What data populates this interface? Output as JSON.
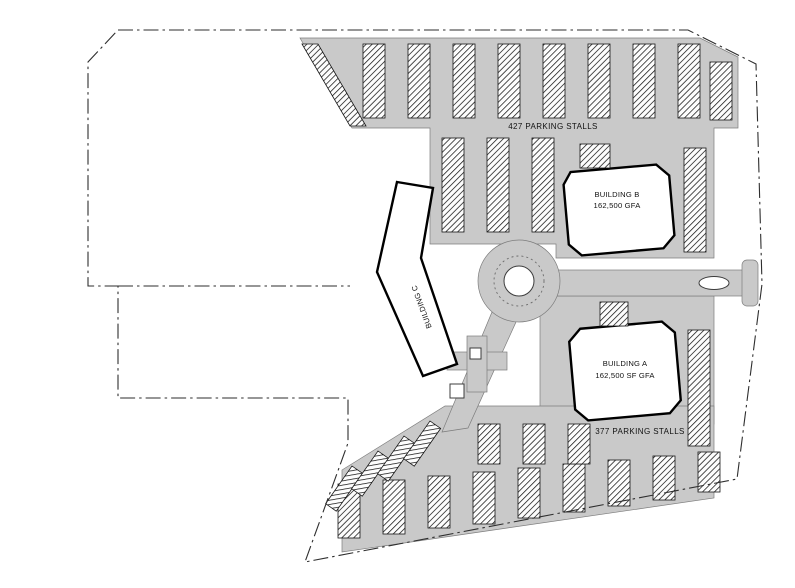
{
  "plan": {
    "labels": {
      "top_parking": "427 PARKING STALLS",
      "bottom_parking": "377 PARKING STALLS",
      "building_b_name": "BUILDING B",
      "building_b_area": "162,500 GFA",
      "building_a_name": "BUILDING A",
      "building_a_area": "162,500 SF GFA",
      "building_c_name": "BUILDING C"
    },
    "colors": {
      "background": "#ffffff",
      "pavement": "#c9c9c9",
      "building_fill": "#ffffff",
      "building_outline": "#000000",
      "boundary_line": "#2e2e2e",
      "hatch_line": "#161616"
    }
  }
}
